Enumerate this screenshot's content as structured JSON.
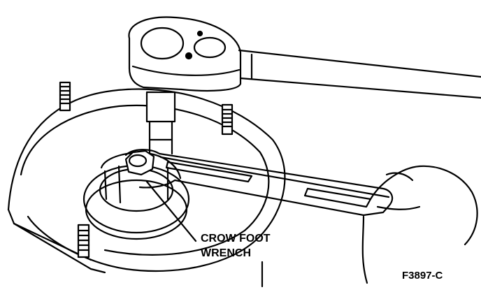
{
  "callout": {
    "line1": "CROW FOOT",
    "line2": "WRENCH"
  },
  "figure_id": "F3897-C",
  "colors": {
    "ink": "#000000",
    "paper": "#ffffff"
  }
}
